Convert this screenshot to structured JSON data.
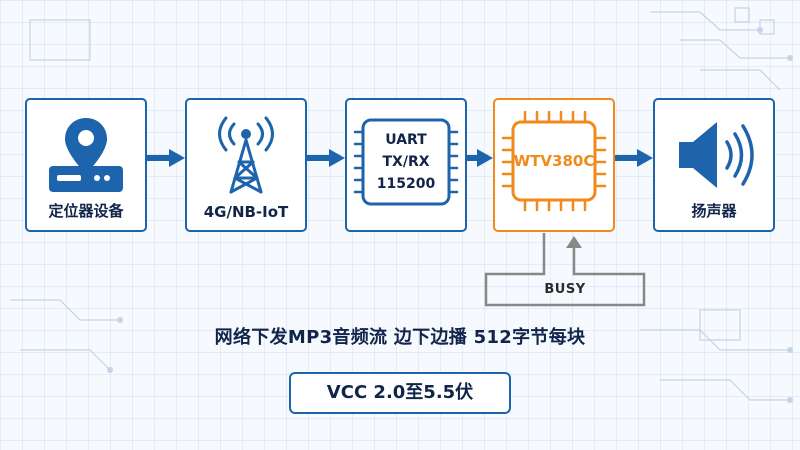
{
  "blocks": [
    {
      "id": "locator",
      "label": "定位器设备",
      "icon": "location-device-icon"
    },
    {
      "id": "network",
      "label": "4G/NB-IoT",
      "icon": "signal-tower-icon"
    },
    {
      "id": "uart",
      "label": "",
      "chip_lines": [
        "UART",
        "TX/RX",
        "115200"
      ],
      "icon": "chip-icon"
    },
    {
      "id": "wtv",
      "label": "",
      "chip_text": "WTV380C",
      "icon": "chip-icon"
    },
    {
      "id": "speaker",
      "label": "扬声器",
      "icon": "speaker-icon"
    }
  ],
  "busy_label": "BUSY",
  "caption": "网络下发MP3音频流  边下边播  512字节每块",
  "vcc": "VCC 2.0至5.5伏",
  "colors": {
    "primary": "#1d64ad",
    "accent": "#f08a1d",
    "text": "#11244a",
    "gray": "#888888"
  }
}
